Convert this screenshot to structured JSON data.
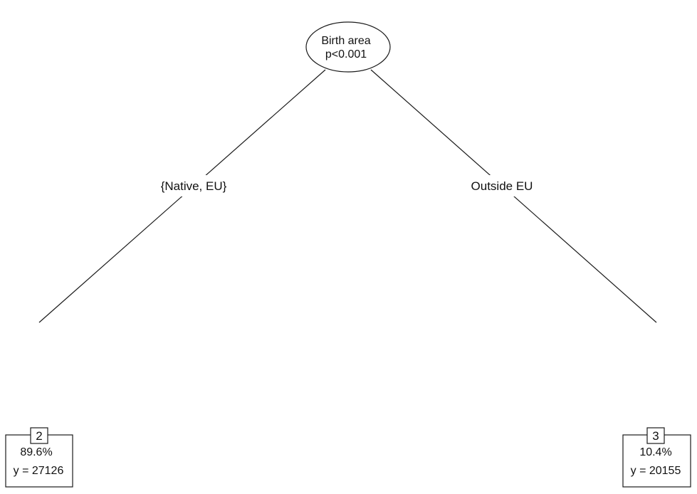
{
  "tree": {
    "root": {
      "variable": "Birth area",
      "pvalue": "p<0.001"
    },
    "edges": [
      {
        "label": "{Native, EU}"
      },
      {
        "label": "Outside EU"
      }
    ],
    "leaves": [
      {
        "id": "2",
        "percent": "89.6%",
        "value": "y = 27126"
      },
      {
        "id": "3",
        "percent": "10.4%",
        "value": "y = 20155"
      }
    ]
  }
}
